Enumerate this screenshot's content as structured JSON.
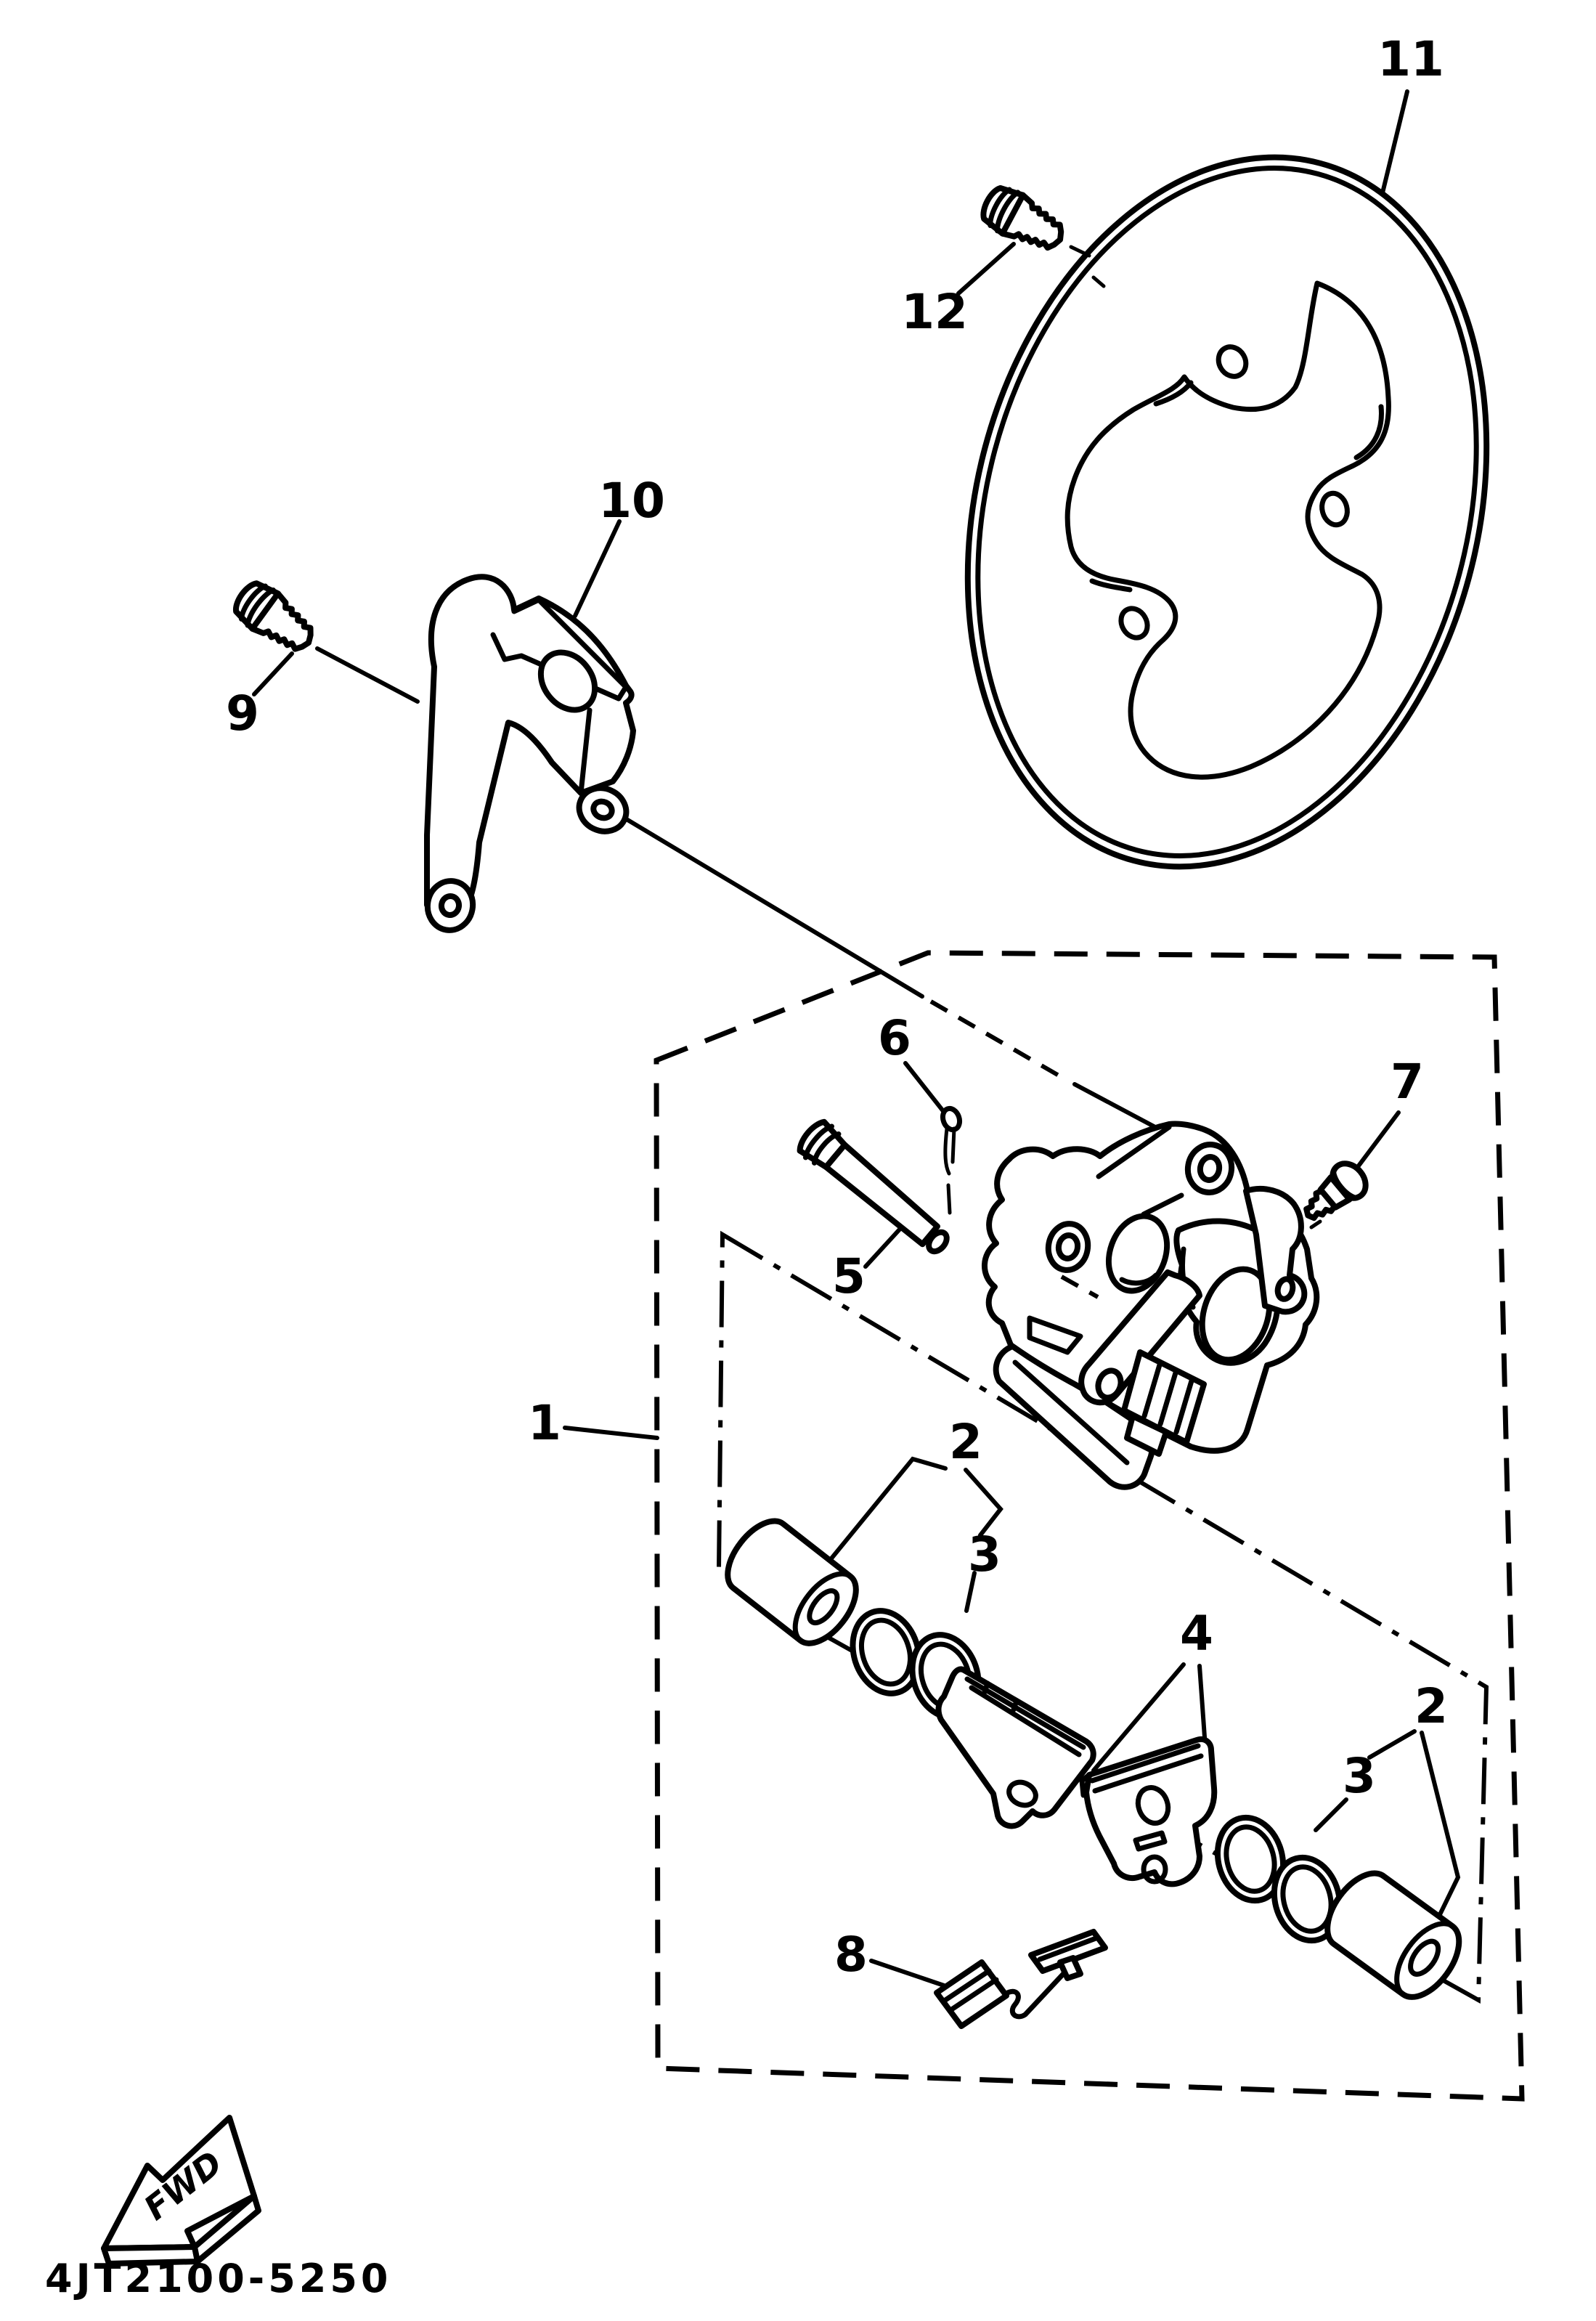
{
  "colors": {
    "ink": "#000000",
    "paper": "#ffffff"
  },
  "callouts": {
    "n1": {
      "text": "1"
    },
    "n2_left": {
      "text": "2"
    },
    "n2_right": {
      "text": "2"
    },
    "n3_left": {
      "text": "3"
    },
    "n3_right": {
      "text": "3"
    },
    "n4": {
      "text": "4"
    },
    "n5": {
      "text": "5"
    },
    "n6": {
      "text": "6"
    },
    "n7": {
      "text": "7"
    },
    "n8": {
      "text": "8"
    },
    "n9": {
      "text": "9"
    },
    "n10": {
      "text": "10"
    },
    "n11": {
      "text": "11"
    },
    "n12": {
      "text": "12"
    }
  },
  "footer": {
    "fwd_label": "FWD",
    "part_number": "4JT2100-5250"
  }
}
